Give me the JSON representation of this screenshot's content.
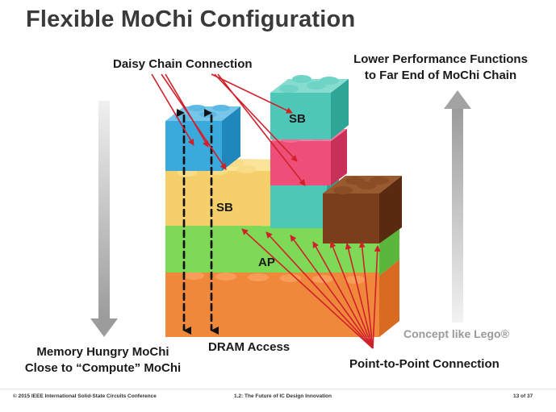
{
  "slide": {
    "title": "Flexible MoChi Configuration",
    "daisy_label": "Daisy Chain Connection",
    "lower_perf_line1": "Lower Performance Functions",
    "lower_perf_line2": "to Far End of MoChi Chain",
    "memory_line1": "Memory Hungry MoChi",
    "memory_line2": "Close to “Compute” MoChi",
    "dram_label": "DRAM Access",
    "p2p_label": "Point-to-Point Connection",
    "concept_label": "Concept like Lego®",
    "block_labels": {
      "sb_top": "SB",
      "sb_mid": "SB",
      "ap": "AP"
    },
    "footer": {
      "left": "© 2015 IEEE International Solid-State Circuits Conference",
      "center": "1.2: The Future of IC Design Innovation",
      "right": "13 of 37"
    }
  },
  "colors": {
    "orange": "#f0883c",
    "green": "#7ed957",
    "yellow": "#f5cf6a",
    "teal": "#4fc7b8",
    "pink": "#ee4f79",
    "blue": "#3aa9dc",
    "brown": "#7a3e1c",
    "arrow_red": "#d0202a",
    "grey_arrow": "#b9b9b9"
  }
}
